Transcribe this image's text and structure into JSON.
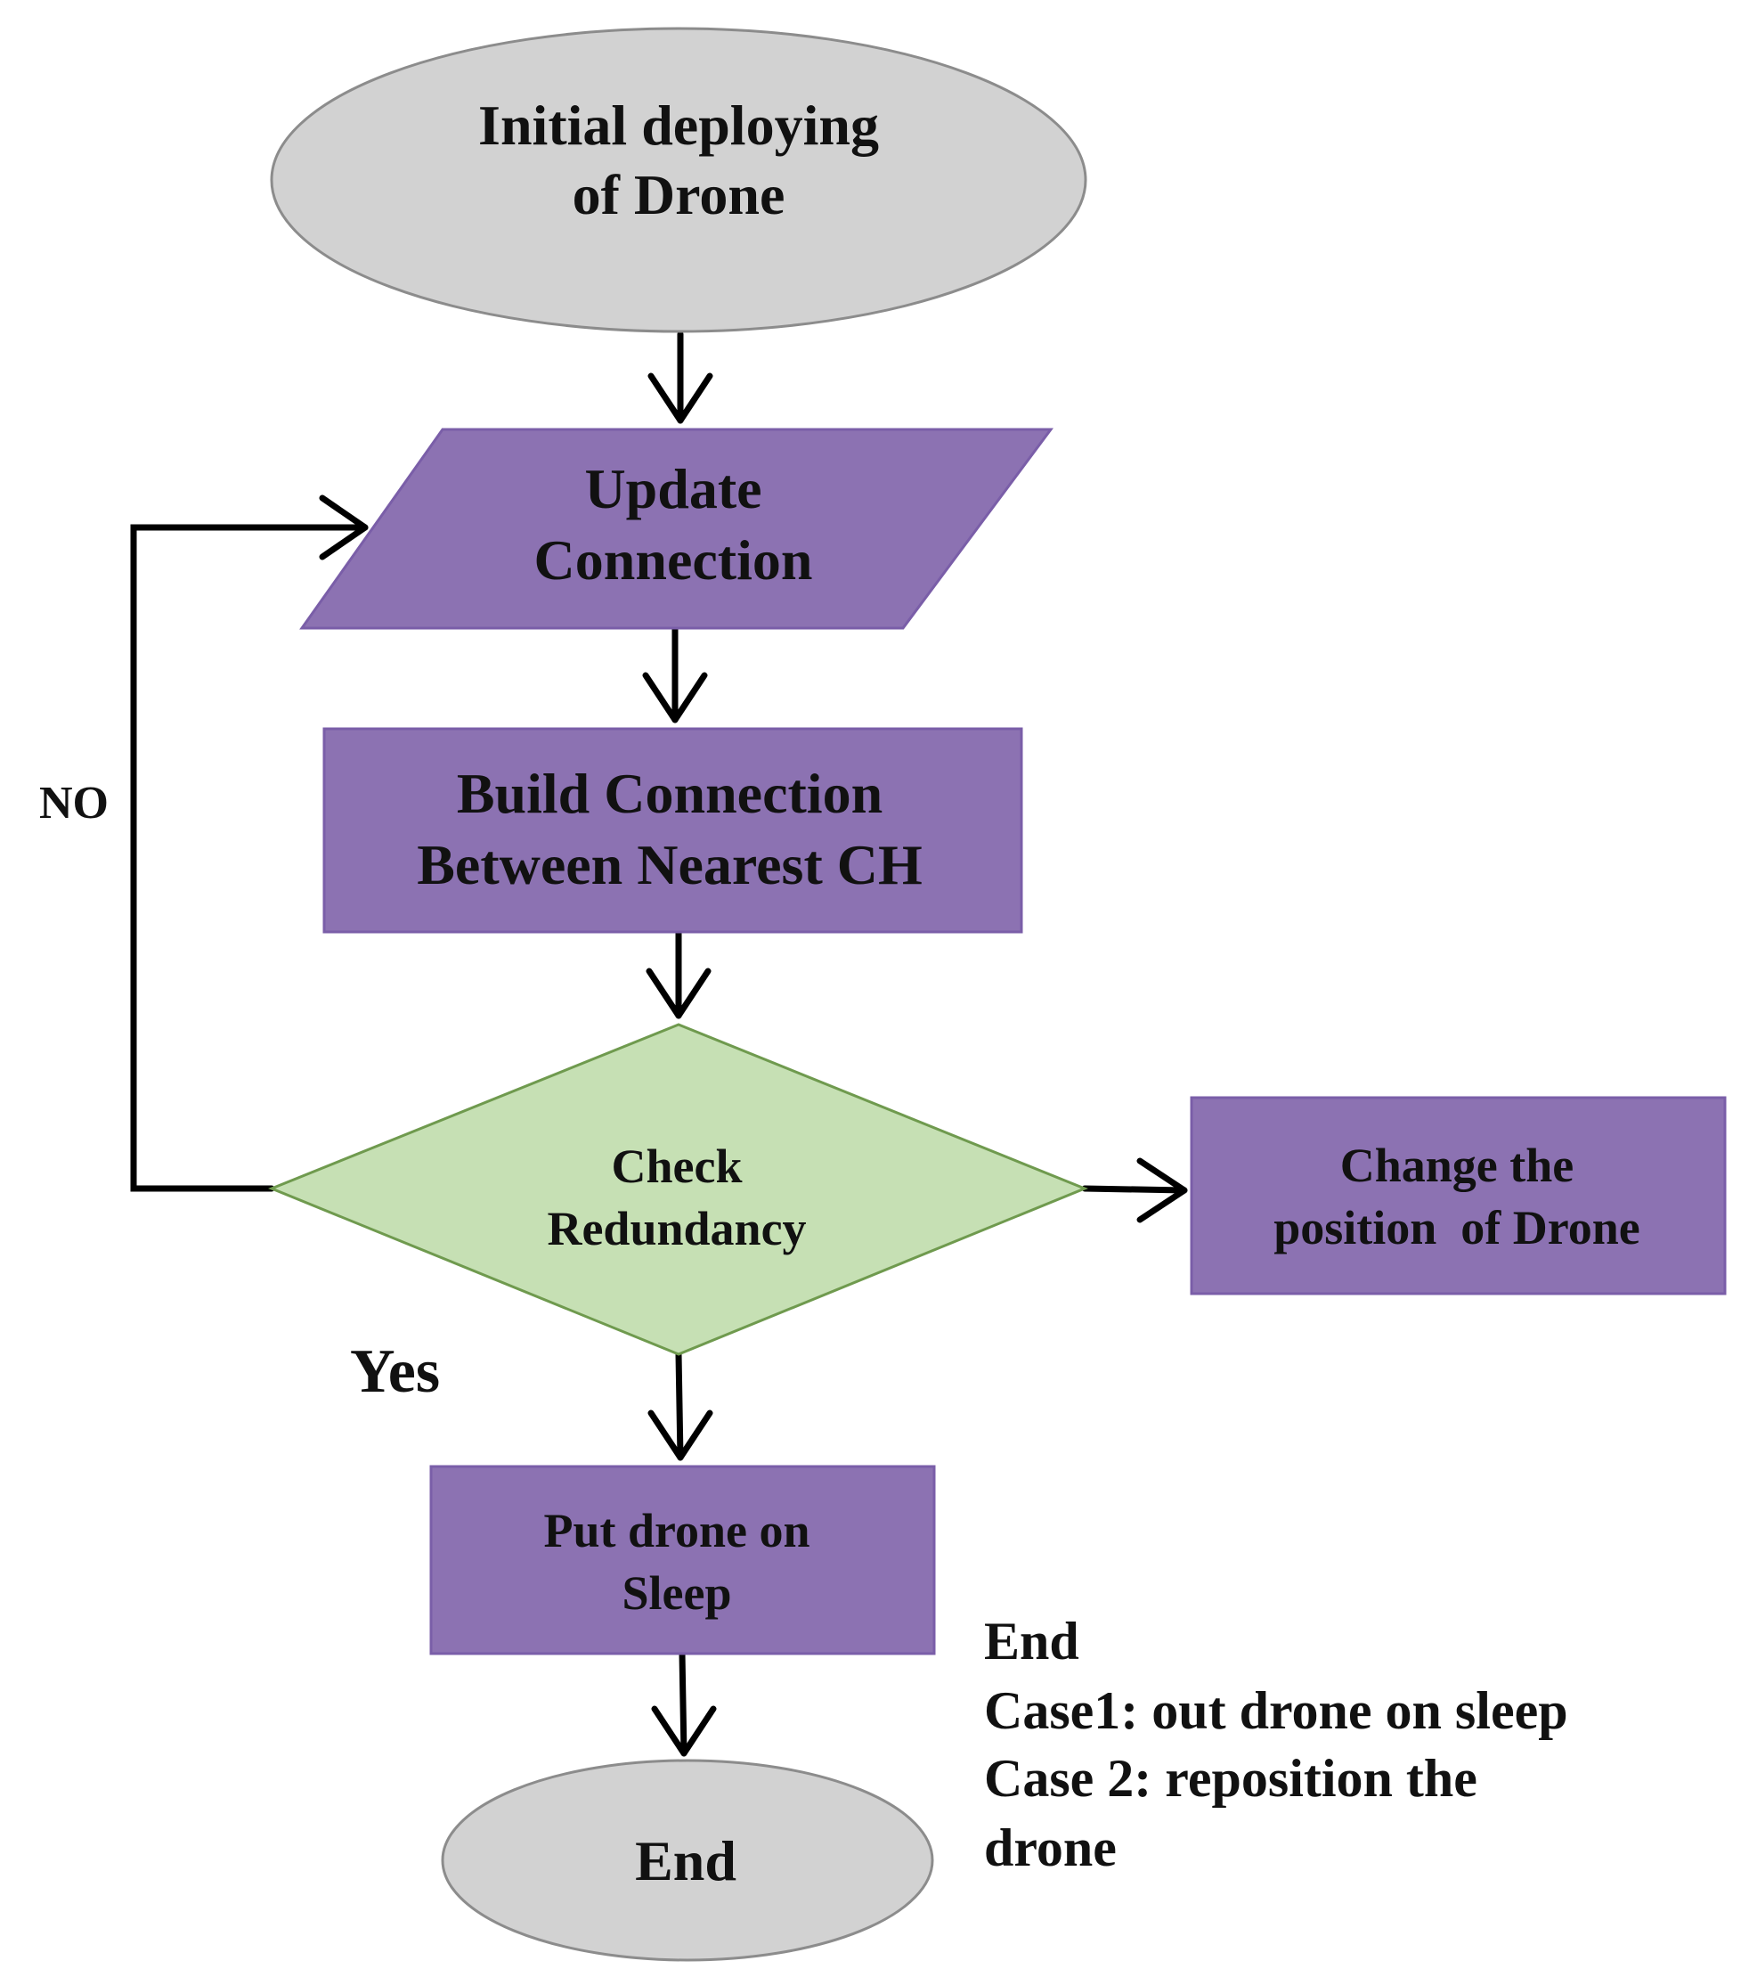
{
  "colors": {
    "terminal_fill": "#d2d2d2",
    "terminal_stroke": "#8c8c8c",
    "process_fill": "#8c72b2",
    "process_stroke": "#7a5ea8",
    "decision_fill": "#c6e0b4",
    "decision_stroke": "#6f9a4e",
    "connector": "#000000",
    "text": "#111111"
  },
  "nodes": {
    "start": {
      "shape": "ellipse",
      "lines": [
        "Initial deploying",
        "of Drone"
      ]
    },
    "update": {
      "shape": "parallelogram",
      "lines": [
        "Update",
        "Connection"
      ]
    },
    "build": {
      "shape": "rectangle",
      "lines": [
        "Build Connection",
        "Between Nearest CH"
      ]
    },
    "check": {
      "shape": "diamond",
      "lines": [
        "Check",
        "Redundancy"
      ]
    },
    "change": {
      "shape": "rectangle",
      "lines": [
        "Change the",
        "position  of Drone"
      ]
    },
    "sleep": {
      "shape": "rectangle",
      "lines": [
        "Put drone on",
        "Sleep"
      ]
    },
    "end": {
      "shape": "ellipse",
      "lines": [
        "End"
      ]
    }
  },
  "edge_labels": {
    "no": "NO",
    "yes": "Yes"
  },
  "note": {
    "lines": [
      "End",
      "Case1: out drone on sleep",
      "Case 2: reposition the",
      "drone"
    ]
  }
}
